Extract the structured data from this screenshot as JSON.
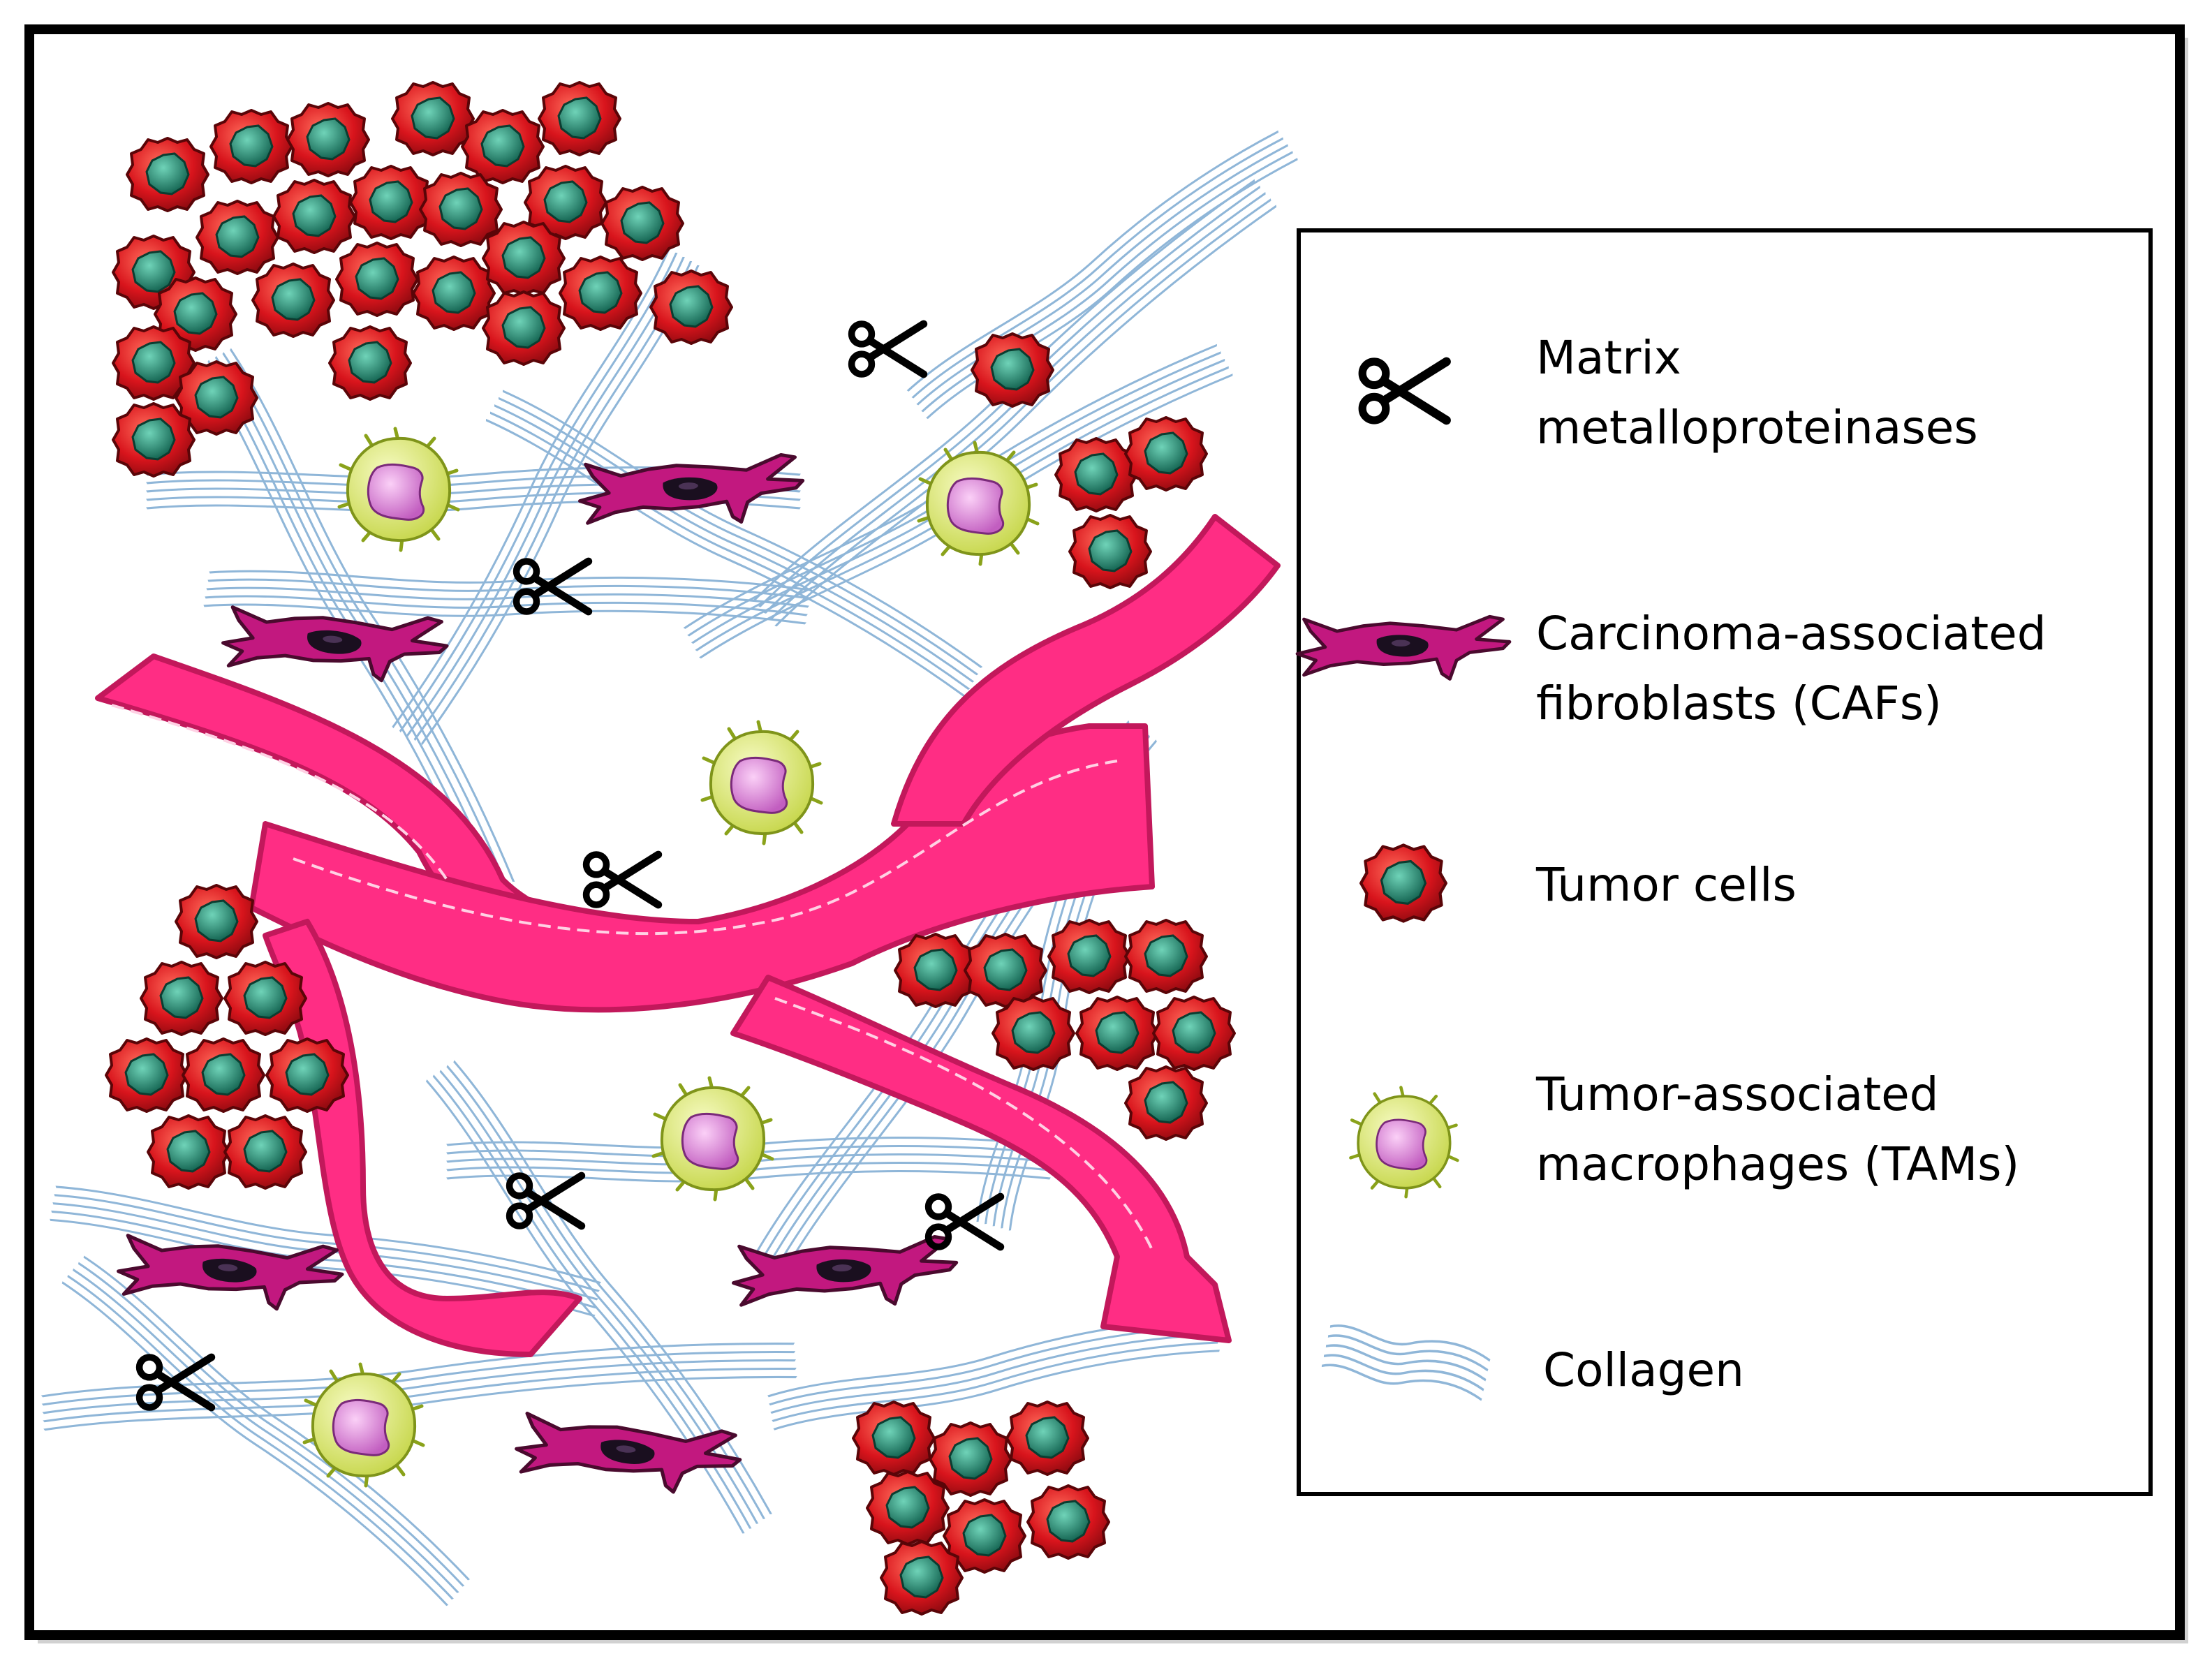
{
  "legend": {
    "items": [
      {
        "key": "mmp",
        "lines": [
          "Matrix",
          "metalloproteinases"
        ]
      },
      {
        "key": "caf",
        "lines": [
          "Carcinoma-associated",
          "fibroblasts (CAFs)"
        ]
      },
      {
        "key": "tumor",
        "lines": [
          "Tumor cells"
        ]
      },
      {
        "key": "tam",
        "lines": [
          "Tumor-associated",
          "macrophages (TAMs)"
        ]
      },
      {
        "key": "collagen",
        "lines": [
          "Collagen"
        ]
      }
    ]
  },
  "colors": {
    "frame": "#000000",
    "vessel": "#ff2d84",
    "vessel_edge": "#c2185b",
    "tumor_outer": "#d8141c",
    "tumor_nucleus": "#1f8a73",
    "tam_body": "#dfe97a",
    "tam_nucleus": "#e58be0",
    "caf_body": "#c2187f",
    "caf_nucleus": "#1a0f1f",
    "collagen": "#8fb6d8"
  },
  "icons": [
    "scissors-icon",
    "fibroblast-icon",
    "tumor-cell-icon",
    "macrophage-icon",
    "collagen-icon"
  ]
}
